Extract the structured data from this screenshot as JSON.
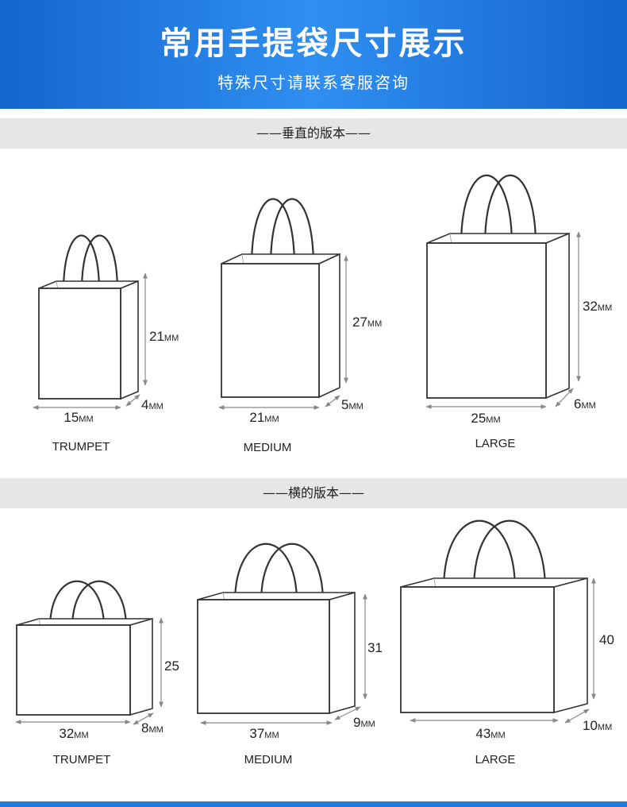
{
  "header": {
    "title": "常用手提袋尺寸展示",
    "subtitle": "特殊尺寸请联系客服咨询"
  },
  "sections": {
    "vertical": "——垂直的版本——",
    "horizontal": "——横的版本——"
  },
  "vertical_bags": [
    {
      "label": "TRUMPET",
      "width": "15",
      "width_unit": "MM",
      "height": "21",
      "height_unit": "MM",
      "depth": "4",
      "depth_unit": "MM"
    },
    {
      "label": "MEDIUM",
      "width": "21",
      "width_unit": "MM",
      "height": "27",
      "height_unit": "MM",
      "depth": "5",
      "depth_unit": "MM"
    },
    {
      "label": "LARGE",
      "width": "25",
      "width_unit": "MM",
      "height": "32",
      "height_unit": "MM",
      "depth": "6",
      "depth_unit": "MM"
    }
  ],
  "horizontal_bags": [
    {
      "label": "TRUMPET",
      "width": "32",
      "width_unit": "MM",
      "height": "25",
      "depth": "8",
      "depth_unit": "MM"
    },
    {
      "label": "MEDIUM",
      "width": "37",
      "width_unit": "MM",
      "height": "31",
      "depth": "9",
      "depth_unit": "MM"
    },
    {
      "label": "LARGE",
      "width": "43",
      "width_unit": "MM",
      "height": "40",
      "depth": "10",
      "depth_unit": "MM"
    }
  ],
  "colors": {
    "header_blue": "#1e7ae0",
    "section_bar_gray": "#e6e6e6"
  }
}
